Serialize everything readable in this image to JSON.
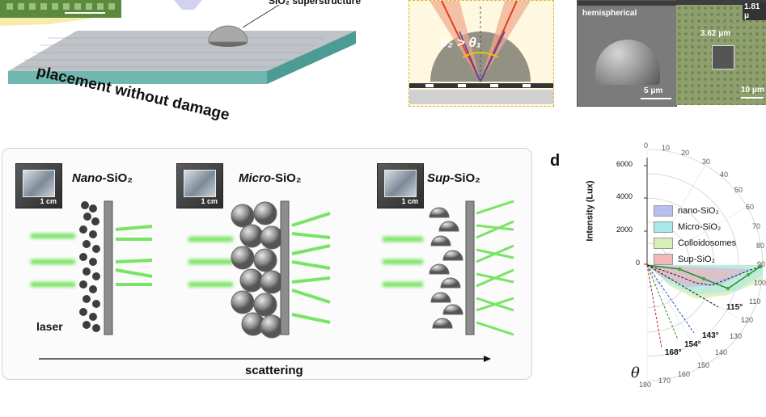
{
  "panel_a": {
    "label_top": "SiO₂ superstructure",
    "placement_text": "placement without damage"
  },
  "panel_b": {
    "angle_relation": "θ₂ > θ₁"
  },
  "panel_sem": {
    "hemi_label": "hemispherical",
    "hemi_scale": "5 μm",
    "size_label": "3.62 μm",
    "partial_label": "1.81 μ",
    "right_scale": "10 μm"
  },
  "panel_c": {
    "items": [
      {
        "name_italic": "Nano",
        "name_rest": "-SiO₂",
        "scale": "1 cm"
      },
      {
        "name_italic": "Micro",
        "name_rest": "-SiO₂",
        "scale": "1 cm"
      },
      {
        "name_italic": "Sup",
        "name_rest": "-SiO₂",
        "scale": "1 cm"
      }
    ],
    "laser_label": "laser",
    "scattering_label": "scattering"
  },
  "panel_d": {
    "letter": "d",
    "y_axis_label": "Intensity (Lux)",
    "y_ticks": [
      "6000",
      "4000",
      "2000",
      "0"
    ],
    "angle_ticks": [
      "0",
      "10",
      "20",
      "30",
      "40",
      "50",
      "60",
      "70",
      "80",
      "90",
      "100",
      "110",
      "120",
      "130",
      "140",
      "150",
      "160",
      "170",
      "180"
    ],
    "theta_symbol": "θ",
    "legend": [
      {
        "label": "nano-SiO₂",
        "color": "#b9bdf0"
      },
      {
        "label": "Micro-SiO₂",
        "color": "#a9e8e8"
      },
      {
        "label": "Colloidosomes",
        "color": "#d8efb6"
      },
      {
        "label": "Sup-SiO₂",
        "color": "#f2b7b7"
      }
    ],
    "cutoff_angles": [
      "115°",
      "143°",
      "154°",
      "168°"
    ]
  }
}
